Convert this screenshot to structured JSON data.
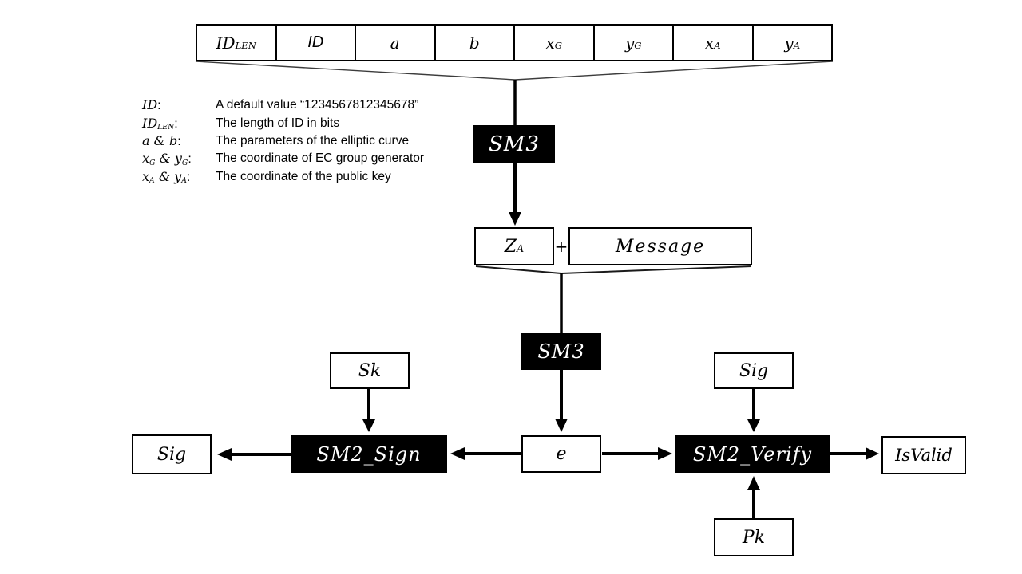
{
  "canvas": {
    "background": "#ffffff",
    "line_color": "#000000",
    "process_box_fill": "#000000",
    "process_box_text_color": "#ffffff"
  },
  "header_table": {
    "cells": [
      {
        "base": "ID",
        "sub": "LEN"
      },
      {
        "base": "ID",
        "sub": ""
      },
      {
        "base": "a",
        "sub": ""
      },
      {
        "base": "b",
        "sub": ""
      },
      {
        "base": "x",
        "sub": "G"
      },
      {
        "base": "y",
        "sub": "G"
      },
      {
        "base": "x",
        "sub": "A"
      },
      {
        "base": "y",
        "sub": "A"
      }
    ]
  },
  "legend": {
    "rows": [
      {
        "s1b": "ID",
        "s1s": "",
        "mid": "",
        "s2b": "",
        "s2s": "",
        "colon": ":",
        "desc": "A default value “1234567812345678”"
      },
      {
        "s1b": "ID",
        "s1s": "LEN",
        "mid": "",
        "s2b": "",
        "s2s": "",
        "colon": ":",
        "desc": "The length of ID in bits"
      },
      {
        "s1b": "a",
        "s1s": "",
        "mid": " & ",
        "s2b": "b",
        "s2s": "",
        "colon": ":",
        "desc": "The parameters of the elliptic curve"
      },
      {
        "s1b": "x",
        "s1s": "G",
        "mid": " & ",
        "s2b": "y",
        "s2s": "G",
        "colon": ":",
        "desc": "The coordinate of EC group generator"
      },
      {
        "s1b": "x",
        "s1s": "A",
        "mid": " & ",
        "s2b": "y",
        "s2s": "A",
        "colon": ":",
        "desc": "The coordinate of the public key"
      }
    ]
  },
  "nodes": {
    "sm3_top": "SM3",
    "sm3_mid": "SM3",
    "za": {
      "base": "Z",
      "sub": "A"
    },
    "plus": "+",
    "message": "Message",
    "e": "e",
    "sk": "Sk",
    "sig_left": "Sig",
    "sig_right": "Sig",
    "pk": "Pk",
    "isvalid": "IsValid",
    "sm2_sign": "SM2_Sign",
    "sm2_verify": "SM2_Verify"
  }
}
